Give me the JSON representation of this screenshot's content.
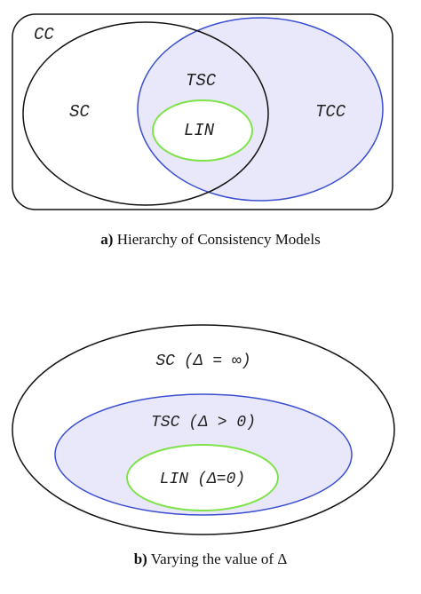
{
  "diagram_a": {
    "outer_label": "CC",
    "left_circle_label": "SC",
    "intersection_label": "TSC",
    "inner_label": "LIN",
    "right_circle_label": "TCC",
    "caption_prefix": "a)",
    "caption_text": " Hierarchy of Consistency Models"
  },
  "diagram_b": {
    "outer_name": "SC",
    "outer_cond": "(Δ = ∞)",
    "middle_name": "TSC",
    "middle_cond": "(Δ > 0)",
    "inner_name": "LIN",
    "inner_cond": "(Δ=0)",
    "caption_prefix": "b)",
    "caption_text": " Varying the value of Δ"
  },
  "colors": {
    "outline_black": "#111111",
    "blue_stroke": "#3a4fd0",
    "blue_fill": "#e8e8fa",
    "green_stroke": "#7fe24a",
    "green_fill": "#ffffff"
  }
}
